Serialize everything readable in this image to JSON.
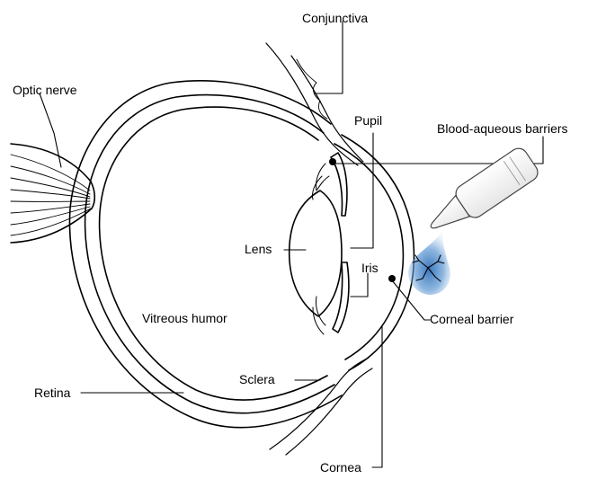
{
  "labels": {
    "conjunctiva": "Conjunctiva",
    "optic_nerve": "Optic nerve",
    "pupil": "Pupil",
    "blood_aqueous": "Blood-aqueous barriers",
    "lens": "Lens",
    "iris": "Iris",
    "vitreous": "Vitreous humor",
    "corneal_barrier": "Corneal barrier",
    "sclera": "Sclera",
    "retina": "Retina",
    "cornea": "Cornea"
  },
  "colors": {
    "line": "#000000",
    "drop": "#4a86c8",
    "dropper_fill": "#ffffff"
  },
  "icons": {
    "dropper": "eye-dropper-icon",
    "drug_drop": "drug-drop-icon",
    "drug_molecule": "molecule-icon"
  }
}
